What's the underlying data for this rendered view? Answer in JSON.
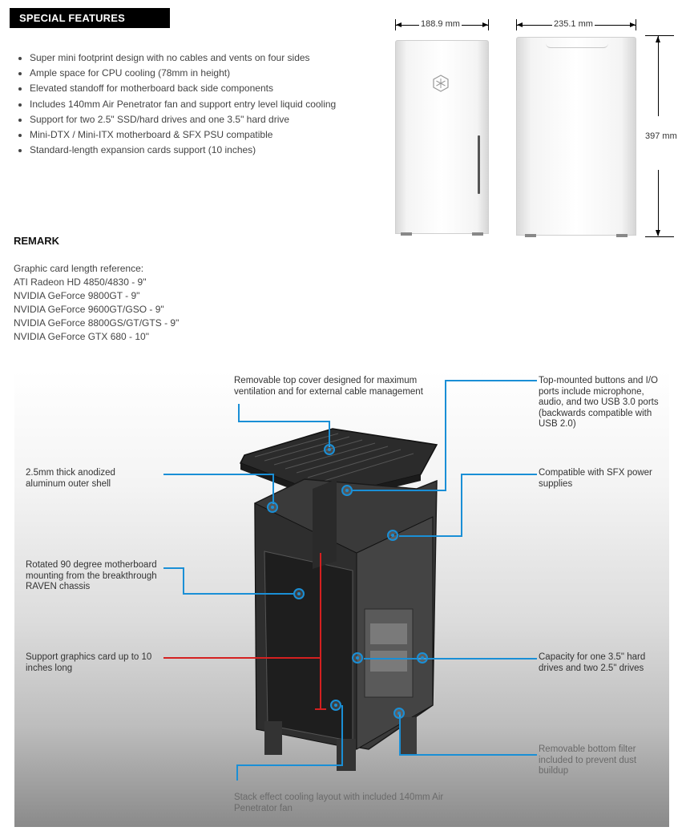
{
  "special_features": {
    "heading": "SPECIAL FEATURES",
    "items": [
      "Super mini footprint design with no cables and vents on four sides",
      "Ample space for CPU cooling (78mm in height)",
      "Elevated standoff for motherboard back side components",
      "Includes 140mm Air Penetrator fan and support entry level liquid cooling",
      "Support for two 2.5\" SSD/hard drives and one 3.5\" hard drive",
      "Mini-DTX / Mini-ITX motherboard & SFX PSU compatible",
      "Standard-length expansion cards support (10 inches)"
    ]
  },
  "dimensions": {
    "width": "188.9 mm",
    "depth": "235.1 mm",
    "height": "397 mm"
  },
  "remark": {
    "heading": "REMARK",
    "lines": [
      "Graphic card length reference:",
      "ATI Radeon HD 4850/4830 - 9\"",
      "NVIDIA GeForce 9800GT - 9\"",
      "NVIDIA GeForce 9600GT/GSO - 9\"",
      "NVIDIA GeForce 8800GS/GT/GTS - 9\"",
      "NVIDIA GeForce GTX 680 - 10\""
    ]
  },
  "callouts": {
    "top_cover": "Removable top cover designed for maximum ventilation and for external cable management",
    "top_buttons": "Top-mounted buttons and I/O ports include microphone, audio, and two USB 3.0 ports (backwards compatible with USB 2.0)",
    "shell": "2.5mm thick anodized aluminum outer shell",
    "sfx": "Compatible with SFX power supplies",
    "rotated": "Rotated 90 degree motherboard mounting from the breakthrough RAVEN chassis",
    "gpu": "Support graphics card up to 10 inches long",
    "drives": "Capacity for one 3.5\" hard drives and two 2.5\" drives",
    "filter": "Removable bottom filter included to prevent dust buildup",
    "stack": "Stack effect cooling layout with included 140mm Air Penetrator fan"
  },
  "colors": {
    "callout_blue": "#1a8fd6",
    "gpu_red": "#d42020",
    "header_bg": "#000000"
  }
}
